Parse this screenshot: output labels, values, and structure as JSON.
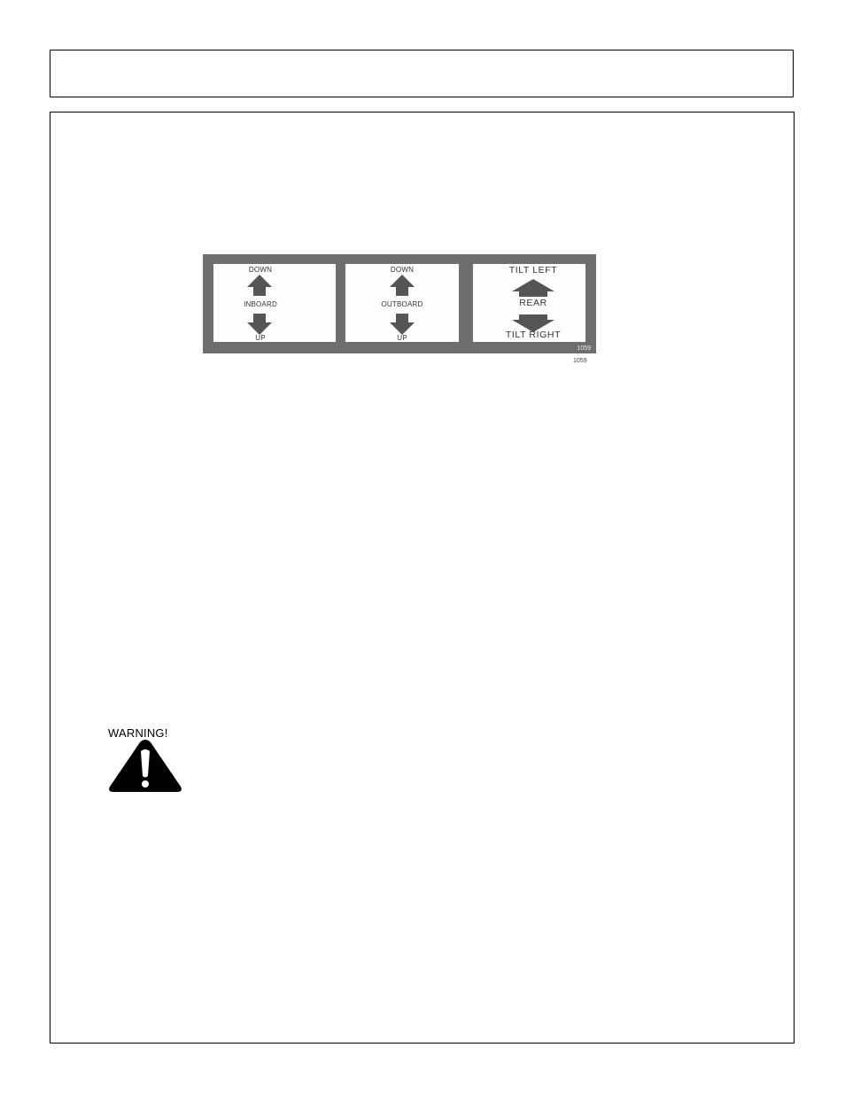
{
  "decal": {
    "panels": [
      {
        "top": "DOWN",
        "middle": "INBOARD",
        "bottom": "UP"
      },
      {
        "top": "DOWN",
        "middle": "OUTBOARD",
        "bottom": "UP"
      },
      {
        "top": "TILT LEFT",
        "middle": "REAR",
        "bottom": "TILT RIGHT"
      }
    ],
    "figure_number_inside": "1059",
    "figure_number_caption": "1059",
    "background_color": "#6e6e6e",
    "arrow_color": "#555555"
  },
  "warning": {
    "label": "WARNING!",
    "icon": "warning-triangle-icon"
  }
}
